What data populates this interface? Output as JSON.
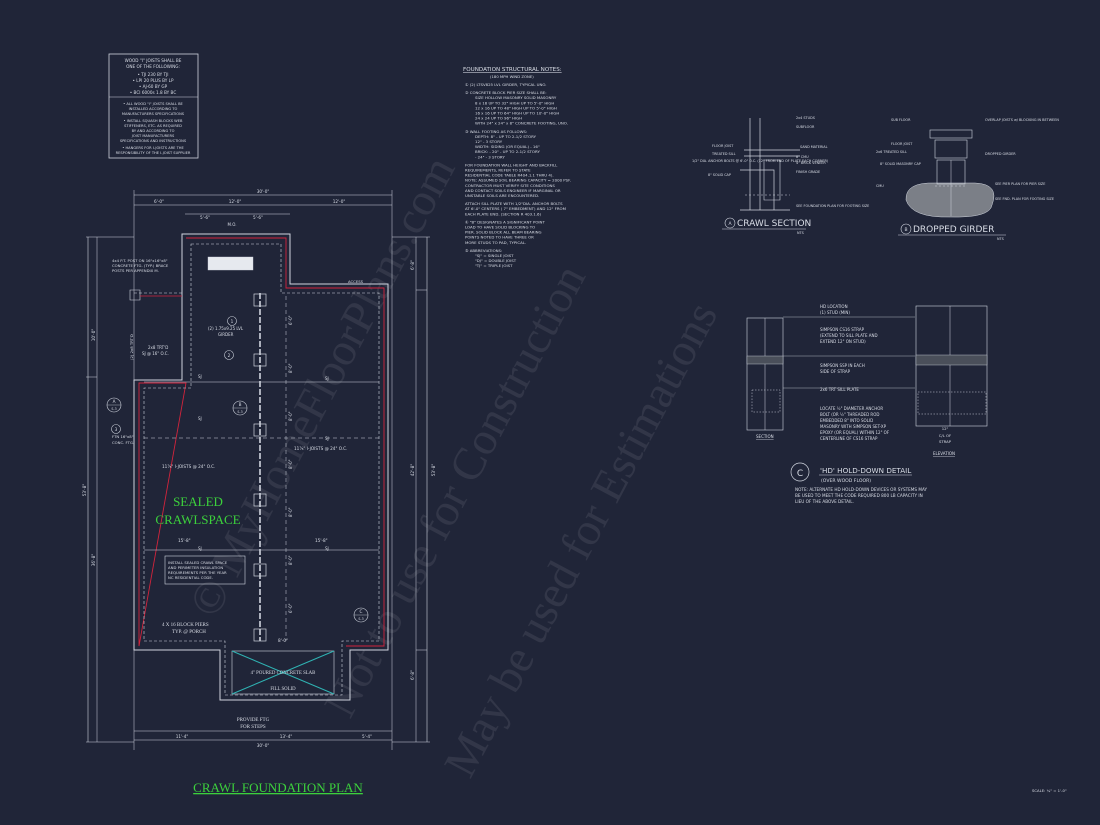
{
  "colors": {
    "background": "#202538",
    "linework": "#cfd4de",
    "accent_green": "#3cd13c",
    "accent_red": "#d2243c",
    "accent_cyan": "#2fb3b3"
  },
  "joist_box": {
    "title": [
      "WOOD \"I\" JOISTS SHALL BE",
      "ONE OF THE FOLLOWING:"
    ],
    "items": [
      "• TJI 230 BY TJI",
      "• LPI 20 PLUS BY LP",
      "• AJ-60 BY GP",
      "• BCI 6000s 1.8 BY BC"
    ],
    "note1": [
      "• ALL WOOD \"I\" JOISTS SHALL BE",
      "INSTALLED ACCORDING TO",
      "MANUFACTURERS SPECIFICATIONS"
    ],
    "note2": [
      "• INSTALL SQUASH BLOCKS WEB",
      "STIFFENERS, ETC. AS REQUIRED",
      "BY AND ACCORDING TO",
      "JOIST MANUFACTURERS",
      "SPECIFICATIONS AND INSTRUCTIONS"
    ],
    "note3": [
      "• HANGERS FOR I-JOISTS ARE THE",
      "RESPONSIBILITY OF THE I-JOIST SUPPLIER"
    ]
  },
  "notes": {
    "title": "FOUNDATION STRUCTURAL NOTES:",
    "subtitle": "(180 MPH WIND ZONE)",
    "lines": [
      "① (2) LTSV825 LVL GIRDER, TYPICAL UNO.",
      "② CONCRETE BLOCK PIER SIZE SHALL BE:",
      "SIZE   HOLLOW MASONRY SOLID MASONRY",
      "8 x 16   UP TO 32\" HIGH   UP TO 5'-0\" HIGH",
      "12 x 16  UP TO 48\" HIGH   UP TO 5'-0\" HIGH",
      "16 x 16  UP TO 64\" HIGH   UP TO 10'-0\" HIGH",
      "24 x 24  UP TO 96\" HIGH",
      "WITH 24\" x 24\" x 8\" CONCRETE FOOTING, UNO.",
      "③ WALL FOOTING AS FOLLOWS:",
      "DEPTH:  8\" - UP TO 2-1/2 STORY",
      "        12\" - 3 STORY",
      "WIDTH:  SIDING (OR EQUAL) - 16\"",
      "        BRICK:  - 20\" - UP TO 2-1/2 STORY",
      "                - 24\" - 3 STORY",
      "FOR FOUNDATION WALL HEIGHT AND BACKFILL",
      "REQUIREMENTS, REFER TO STATE",
      "RESIDENTIAL CODE TABLE R404.1.1 THRU 4).",
      "NOTE: ASSUMED SOIL BEARING CAPACITY = 2000 PSF.",
      "CONTRACTOR MUST VERIFY SITE CONDITIONS",
      "AND CONTACT SOILS ENGINEER IF MARGINAL OR",
      "UNSTABLE SOILS ARE ENCOUNTERED.",
      "ATTACH SILL PLATE WITH 1/2\"DIA. ANCHOR BOLTS",
      "AT 6'-0\" CENTERS ( 7\" EMBEDMENT) AND 12\" FROM",
      "EACH PLATE END. (SECTION R 403.1.6)",
      "④ \"B\" DESIGNATES A SIGNIFICANT POINT",
      "LOAD TO HAVE SOLID BLOCKING TO",
      "PIER. SOLID BLOCK ALL BEAM BEARING",
      "POINTS NOTED TO HAVE THREE OR",
      "MORE STUDS TO PAD, TYPICAL.",
      "⑤ ABBREVIATIONS:",
      "\"SJ\" = SINGLE JOIST",
      "\"DJ\" = DOUBLE JOIST",
      "\"TJ\" = TRIPLE JOIST"
    ]
  },
  "plan": {
    "title": "CRAWL FOUNDATION PLAN",
    "sealed1": "SEALED",
    "sealed2": "CRAWLSPACE",
    "dim_top": "30'-0\"",
    "dim_top_a": "6'-0\"",
    "dim_top_b": "12'-0\"",
    "dim_top_c": "12'-0\"",
    "dim_top2_a": "5'-6\"",
    "dim_top2_b": "5'-6\"",
    "dim_mo": "M.O.",
    "dim_bot": "30'-0\"",
    "dim_bot_a": "11'-4\"",
    "dim_bot_b": "13'-4\"",
    "dim_bot_c": "5'-4\"",
    "dim_bot2": "8'-0\"",
    "dim_left": "53'-8\"",
    "dim_left2": "36'-8\"",
    "dim_left3": "10'-0\"",
    "dim_right": "42'-8\"",
    "dim_right2": "53'-8\"",
    "dim_right3": "6'-8\"",
    "dim_right4": "6'-8\"",
    "access": "ACCESS",
    "post_note": [
      "4x4 P.T. POST ON 16\"x16\"x8\"",
      "CONCRETE FTG. (TYP.) BRACE",
      "POSTS PER APPENDIX M."
    ],
    "ftg_note": [
      "FTN 16\"x8\"",
      "CONC. FTG."
    ],
    "girder_note": [
      "(2) 1.75x9.25 LVL",
      "GIRDER"
    ],
    "trtd_note": [
      "2x8 TRT'D",
      "SJ @ 16\" O.C."
    ],
    "trtd_side": "(2) 2x8 TRT'D",
    "joist1": "11⅞\" I-JOISTS @ 24\" O.C.",
    "joist2": "11⅞\" I-JOISTS @ 24\" O.C.",
    "sj": "SJ",
    "dim_inner_left": "15'-8\"",
    "dim_inner_right": "15'-8\"",
    "install_note": [
      "INSTALL SEALED CRAWL SPACE",
      "AND PERIMETER INSULATION",
      "REQUIREMENTS PER THE YEAR",
      "NC RESIDENTIAL CODE."
    ],
    "block_piers": [
      "4 X 16 BLOCK PIERS",
      "TYP. @ PORCH"
    ],
    "slab": "4\" POURED CONCRETE SLAB",
    "fill": "FILL SOLID",
    "steps": [
      "PROVIDE FTG",
      "FOR STEPS"
    ],
    "callout1": "1",
    "callout2": "2",
    "callout3": "3",
    "callout_a": "A",
    "callout_b": "B",
    "callout_c": "C",
    "sheet_ref": "S-3",
    "pier_dims": [
      "6'-0\"",
      "8'-0\"",
      "8'-0\"",
      "8'-0\"",
      "8'-0\"",
      "8'-0\"",
      "6'-0\""
    ]
  },
  "crawl_section": {
    "title": "CRAWL SECTION",
    "tag": "A",
    "scale": "NTS",
    "labels": [
      "2x4 STUDS",
      "SUBFLOOR",
      "FLOOR JOIST",
      "SAND MATERIAL",
      "TREATED SILL",
      "8\" CMU",
      "4\" BRICK VENEER",
      "1/2\" DIA. ANCHOR BOLTS @ 6'-0\" O.C. (12\" FROM END OF PLATE EACH CORNER)",
      "FINISH GRADE",
      "8\" SOLID CAP",
      "SEE FOUNDATION PLAN FOR FOOTING SIZE"
    ]
  },
  "dropped_girder": {
    "title": "DROPPED GIRDER",
    "tag": "B",
    "scale": "NTS",
    "labels": [
      "SUB FLOOR",
      "OVERLAP JOISTS w/ BLOCKING IN BETWEEN",
      "FLOOR JOIST",
      "DROPPED GIRDER",
      "2x6 TREATED SILL",
      "8\" SOLID MASONRY CAP",
      "CMU",
      "SEE PIER PLAN FOR PIER SIZE",
      "SEE FND. PLAN FOR FOOTING SIZE"
    ]
  },
  "hd_detail": {
    "title": "'HD' HOLD-DOWN DETAIL",
    "subtitle": "(OVER WOOD FLOOR)",
    "tag": "C",
    "labels": [
      "HD LOCATION",
      "(1) STUD (MIN)",
      "SIMPSON CS16 STRAP",
      "(EXTEND TO SILL PLATE AND",
      "EXTEND 12\" ON STUD)",
      "SIMPSON SSP IN EACH",
      "SIDE OF STRAP",
      "2x6 TRT SILL PLATE",
      "LOCATE ½\" DIAMETER ANCHOR",
      "BOLT (OR ½\" THREADED ROD",
      "EMBEDDED 8\" INTO SOLID",
      "MASONRY WITH SIMPSON SET-XP",
      "EPOXY (OR EQUAL) WITHIN 12\" OF",
      "CENTERLINE OF CS16 STRAP"
    ],
    "section_label": "SECTION",
    "elevation_label": "ELEVATION",
    "elev_dims": [
      "12\"",
      "C/L OF",
      "STRAP"
    ],
    "note": [
      "NOTE: ALTERNATE HD HOLD-DOWN DEVICES OR SYSTEMS MAY",
      "BE USED TO MEET THE CODE REQUIRED 800 LB CAPACITY IN",
      "LIEU OF THE ABOVE DETAIL."
    ]
  },
  "scale": "SCALE: ¼\" = 1'-0\"",
  "watermark": [
    "© MyHomeFloorPlans.com",
    "Not to use for Construction",
    "May be used for Estimations"
  ]
}
